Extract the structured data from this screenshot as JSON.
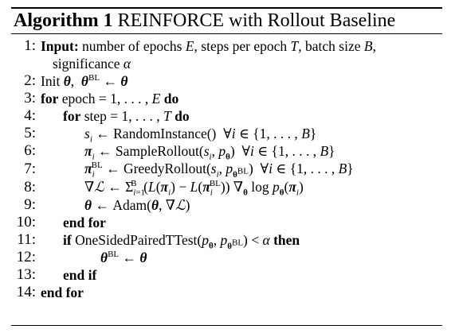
{
  "caption": {
    "label": "Algorithm 1",
    "title": "REINFORCE with Rollout Baseline"
  },
  "lines": [
    {
      "num": "1:",
      "text_a": "Input:",
      "text_b": "number of epochs E, steps per epoch T, batch size B,",
      "text_c": "significance α"
    },
    {
      "num": "2:",
      "text": "Init θ,  θ^BL ← θ"
    },
    {
      "num": "3:",
      "text": "for epoch = 1, . . . , E do"
    },
    {
      "num": "4:",
      "text": "for step = 1, . . . , T do"
    },
    {
      "num": "5:",
      "text": "s_i ← RandomInstance()  ∀i ∈ {1, . . . , B}"
    },
    {
      "num": "6:",
      "text": "π_i ← SampleRollout(s_i, p_θ)  ∀i ∈ {1, . . . , B}"
    },
    {
      "num": "7:",
      "text": "π_i^BL ← GreedyRollout(s_i, p_θBL)  ∀i ∈ {1, . . . , B}"
    },
    {
      "num": "8:",
      "text": "∇L ← Σ_{i=1}^B (L(π_i) − L(π_i^BL)) ∇_θ log p_θ(π_i)"
    },
    {
      "num": "9:",
      "text": "θ ← Adam(θ, ∇L)"
    },
    {
      "num": "10:",
      "text": "end for"
    },
    {
      "num": "11:",
      "text": "if OneSidedPairedTTest(p_θ, p_θBL) < α then"
    },
    {
      "num": "12:",
      "text": "θ^BL ← θ"
    },
    {
      "num": "13:",
      "text": "end if"
    },
    {
      "num": "14:",
      "text": "end for"
    }
  ]
}
